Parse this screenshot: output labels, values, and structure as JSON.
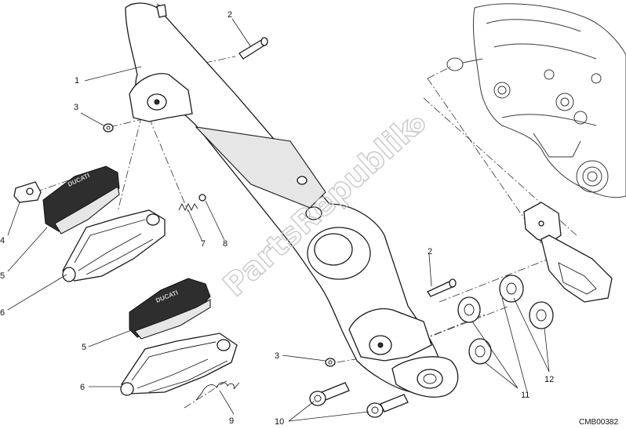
{
  "diagram": {
    "drawing_code": "CMB00382",
    "watermark": "PartsRepublik",
    "footpeg_branding": "DUCATI",
    "callouts": [
      "1",
      "2",
      "3",
      "4",
      "5",
      "6",
      "7",
      "8",
      "2",
      "3",
      "5",
      "6",
      "9",
      "10",
      "11",
      "12"
    ]
  }
}
